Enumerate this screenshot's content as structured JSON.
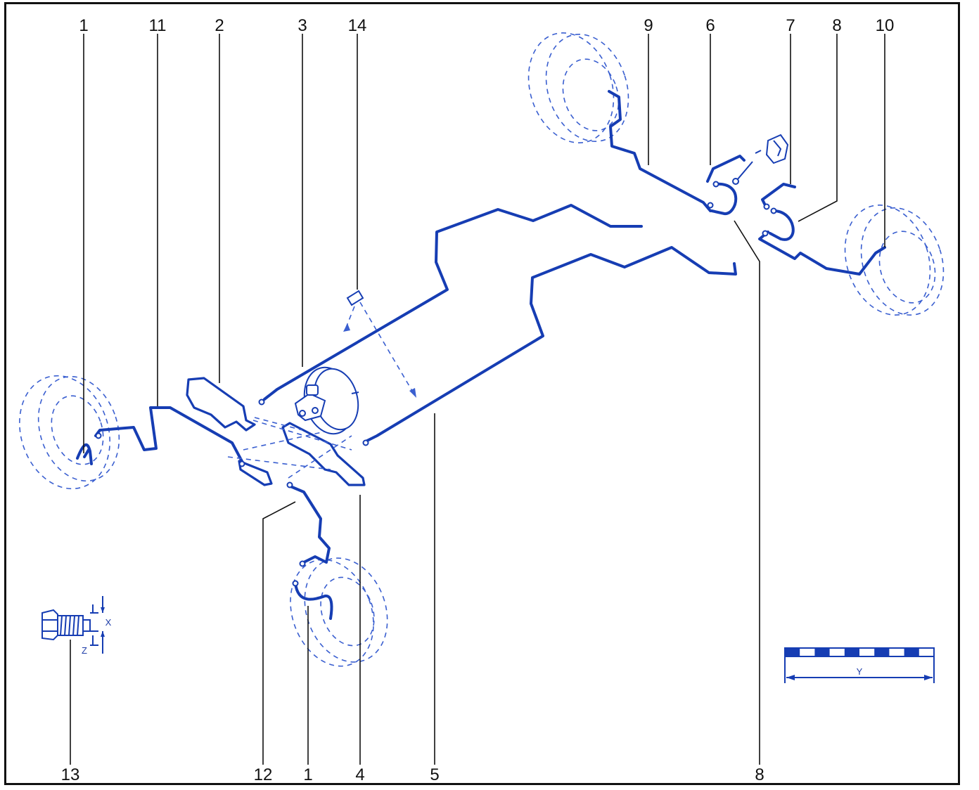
{
  "callouts": {
    "top": [
      "1",
      "11",
      "2",
      "3",
      "14",
      "9",
      "6",
      "7",
      "8",
      "10"
    ],
    "bottom": [
      "13",
      "12",
      "1",
      "4",
      "5",
      "8"
    ]
  },
  "fitting_detail": {
    "dim_x": "X",
    "dim_z": "Z"
  },
  "scale_bar": {
    "dim_label": "Y",
    "segments": 10
  },
  "colors": {
    "drawing": "#163db3",
    "leader": "#111111",
    "frame": "#111111"
  }
}
